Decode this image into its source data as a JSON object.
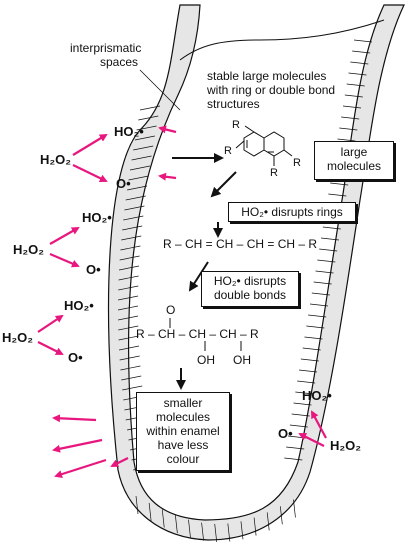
{
  "labels": {
    "interprismatic": [
      "interprismatic",
      "spaces"
    ],
    "stable": [
      "stable large molecules",
      "with ring or double bond",
      "structures"
    ],
    "large_molecules": [
      "large",
      "molecules"
    ],
    "disrupts_rings": "HO₂• disrupts rings",
    "chain": "R – CH = CH – CH = CH – R",
    "disrupts_double": [
      "HO₂• disrupts",
      "double bonds"
    ],
    "smaller": [
      "smaller",
      "molecules",
      "within enamel",
      "have less",
      "colour"
    ]
  },
  "chem": {
    "ho2": "HO₂•",
    "h2o2": "H₂O₂",
    "o": "O•",
    "r": "R",
    "o_atom": "O",
    "oh": "OH",
    "alcohol_chain": "R – CH – CH – CH – R"
  },
  "colors": {
    "arrow_magenta": "#e8177f",
    "enamel_fill": "#e6e6e6",
    "outline": "#111111"
  }
}
